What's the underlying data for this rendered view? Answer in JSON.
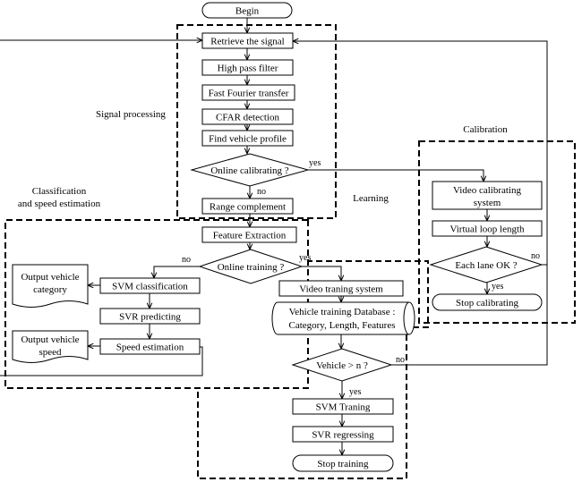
{
  "diagram": {
    "regions": {
      "signal_processing": "Signal processing",
      "calibration": "Calibration",
      "classification_line1": "Classification",
      "classification_line2": "and speed estimation",
      "learning": "Learning"
    },
    "nodes": {
      "begin": "Begin",
      "retrieve": "Retrieve the signal",
      "high_pass": "High pass filter",
      "fft": "Fast Fourier transfer",
      "cfar": "CFAR detection",
      "profile": "Find vehicle profile",
      "online_calibrating": "Online calibrating ?",
      "range_complement": "Range complement",
      "feature_extraction": "Feature Extraction",
      "online_training": "Online training ?",
      "svm_classification": "SVM classification",
      "svr_predicting": "SVR predicting",
      "speed_estimation": "Speed estimation",
      "output_category_line1": "Output vehicle",
      "output_category_line2": "category",
      "output_speed_line1": "Output vehicle",
      "output_speed_line2": "speed",
      "video_training": "Video traning system",
      "db_line1": "Vehicle training Database :",
      "db_line2": "Category, Length, Features",
      "vehicle_n": "Vehicle > n ?",
      "svm_training": "SVM Traning",
      "svr_regressing": "SVR regressing",
      "stop_training": "Stop training",
      "video_calib_line1": "Video calibrating",
      "video_calib_line2": "system",
      "virtual_loop": "Virtual loop length",
      "each_lane": "Each lane OK ?",
      "stop_calibrating": "Stop calibrating"
    },
    "edge_labels": {
      "calib_yes": "yes",
      "calib_no": "no",
      "train_no": "no",
      "train_yes": "yes",
      "vehicle_no": "no",
      "vehicle_yes": "yes",
      "lane_no": "no",
      "lane_yes": "yes"
    }
  }
}
